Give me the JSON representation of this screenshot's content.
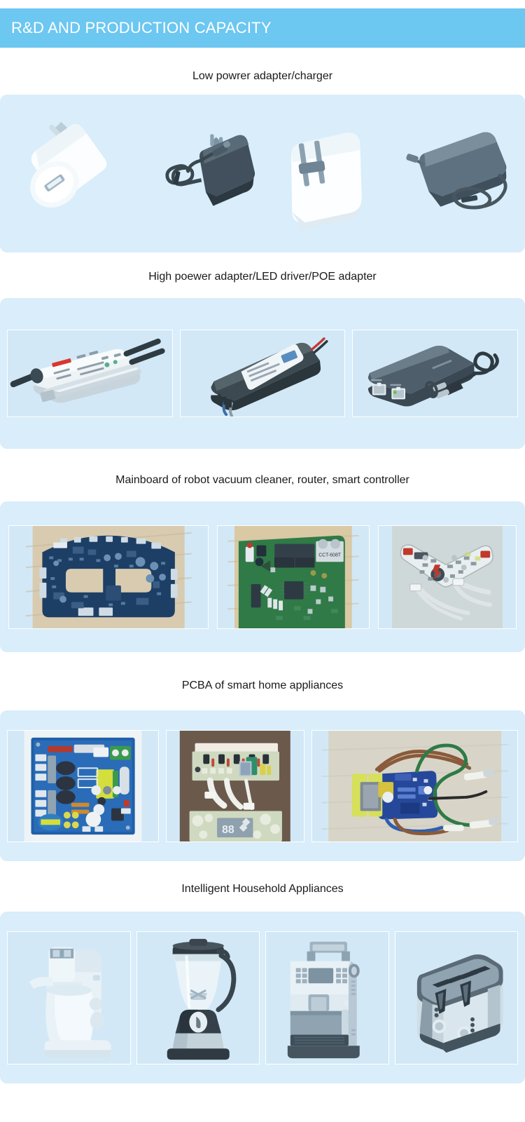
{
  "header": {
    "title": "R&D AND PRODUCTION CAPACITY",
    "background_color": "#6cc7f1",
    "text_color": "#ffffff"
  },
  "theme": {
    "band_background": "#d9edfa",
    "tile_background": "#d2e8f6",
    "tile_border": "#ffffff",
    "page_background": "#ffffff",
    "label_color": "#1a1a1a"
  },
  "sections": [
    {
      "id": "low-power-adapter",
      "label": "Low powrer adapter/charger",
      "layout": "plain",
      "items": [
        {
          "name": "white-eu-usb-charger",
          "alt": "White EU plug USB wall charger"
        },
        {
          "name": "black-adapter-with-coiled-cable",
          "alt": "Black power adapter with coiled DC cable"
        },
        {
          "name": "white-us-plug-laptop-charger",
          "alt": "White US folding plug laptop charger"
        },
        {
          "name": "gray-laptop-power-brick",
          "alt": "Gray laptop power brick with cable"
        }
      ]
    },
    {
      "id": "high-power-adapter",
      "label": "High poewer adapter/LED driver/POE adapter",
      "layout": "bordered",
      "items": [
        {
          "name": "white-aluminium-led-driver",
          "alt": "White aluminium waterproof LED driver with cables"
        },
        {
          "name": "black-led-driver",
          "alt": "Black slim LED driver with wire leads"
        },
        {
          "name": "poe-adapter-rj45",
          "alt": "POE adapter with two RJ45 ports and power cord"
        }
      ]
    },
    {
      "id": "mainboard",
      "label": "Mainboard of robot vacuum cleaner, router, smart controller",
      "layout": "bordered",
      "items": [
        {
          "name": "robot-vacuum-mainboard-pcb",
          "alt": "Dark blue robot vacuum cleaner mainboard PCB"
        },
        {
          "name": "router-mainboard-pcb",
          "alt": "Green router mainboard PCB",
          "chip_label": "CCT-608T"
        },
        {
          "name": "smart-controller-pcb",
          "alt": "V shaped white smart controller PCB with ribbon cables"
        }
      ]
    },
    {
      "id": "pcba-smart-home",
      "label": "PCBA of smart home appliances",
      "layout": "bordered",
      "items": [
        {
          "name": "blue-pcba-board",
          "alt": "Blue PCBA board with transformer and terminal blocks"
        },
        {
          "name": "display-control-board",
          "alt": "Control board with LCD segment display",
          "display_value": "88"
        },
        {
          "name": "wired-pcba-assembly",
          "alt": "Blue PCB assembly with wiring harness"
        }
      ]
    },
    {
      "id": "household-appliances",
      "label": "Intelligent Household Appliances",
      "layout": "bordered",
      "items": [
        {
          "name": "stand-mixer",
          "alt": "Stand mixer with bowl"
        },
        {
          "name": "blender",
          "alt": "Glass jar blender with stainless base"
        },
        {
          "name": "coffee-machine",
          "alt": "Automatic espresso coffee machine"
        },
        {
          "name": "toaster",
          "alt": "Four slice stainless steel toaster"
        }
      ]
    }
  ]
}
